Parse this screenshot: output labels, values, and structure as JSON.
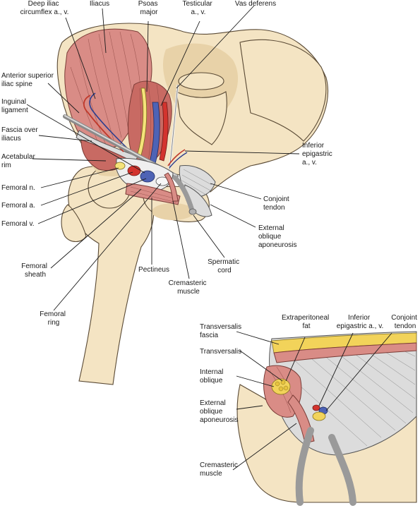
{
  "figure": {
    "main_labels": {
      "deep_iliac_circumflex": [
        "Deep iliac",
        "circumflex a., v."
      ],
      "iliacus": [
        "Iliacus"
      ],
      "psoas_major": [
        "Psoas",
        "major"
      ],
      "testicular": [
        "Testicular",
        "a., v."
      ],
      "vas_deferens": [
        "Vas deferens"
      ],
      "anterior_superior_iliac_spine": [
        "Anterior superior",
        "iliac spine"
      ],
      "inguinal_ligament": [
        "Inguinal",
        "ligament"
      ],
      "fascia_over_iliacus": [
        "Fascia over",
        "iliacus"
      ],
      "acetabular_rim": [
        "Acetabular",
        "rim"
      ],
      "femoral_nerve": [
        "Femoral n."
      ],
      "femoral_artery": [
        "Femoral a."
      ],
      "femoral_vein": [
        "Femoral v."
      ],
      "femoral_sheath": [
        "Femoral",
        "sheath"
      ],
      "femoral_ring": [
        "Femoral",
        "ring"
      ],
      "pectineus": [
        "Pectineus"
      ],
      "cremasteric_muscle": [
        "Cremasteric",
        "muscle"
      ],
      "spermatic_cord": [
        "Spermatic",
        "cord"
      ],
      "external_oblique_aponeurosis": [
        "External",
        "oblique",
        "aponeurosis"
      ],
      "conjoint_tendon": [
        "Conjoint",
        "tendon"
      ],
      "inferior_epigastric": [
        "Inferior",
        "epigastric",
        "a., v."
      ]
    },
    "inset_labels": {
      "transversalis_fascia": [
        "Transversalis",
        "fascia"
      ],
      "extraperitoneal_fat": [
        "Extraperitoneal",
        "fat"
      ],
      "inferior_epigastric": [
        "Inferior",
        "epigastric a., v."
      ],
      "conjoint_tendon": [
        "Conjoint",
        "tendon"
      ],
      "transversalis": [
        "Transversalis"
      ],
      "internal_oblique": [
        "Internal",
        "oblique"
      ],
      "external_oblique_aponeurosis": [
        "External",
        "oblique",
        "aponeurosis"
      ],
      "cremasteric_muscle": [
        "Cremasteric",
        "muscle"
      ]
    }
  }
}
